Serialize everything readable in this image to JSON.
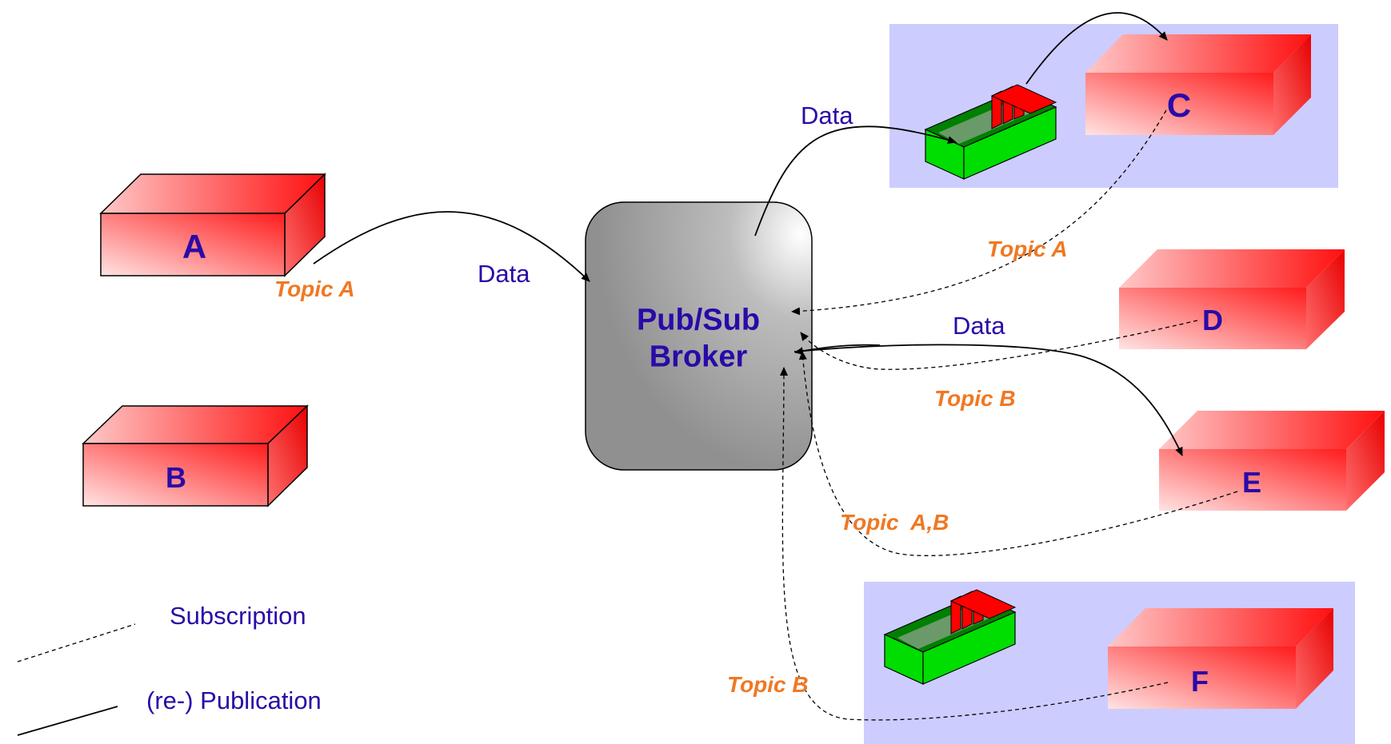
{
  "nodes": {
    "a": "A",
    "b": "B",
    "c": "C",
    "d": "D",
    "e": "E",
    "f": "F"
  },
  "broker": {
    "line1": "Pub/Sub",
    "line2": "Broker"
  },
  "data_labels": {
    "a_to_broker": "Data",
    "broker_to_c": "Data",
    "broker_to_e": "Data"
  },
  "topic_labels": {
    "a": "Topic A",
    "c": "Topic A",
    "d": "Topic B",
    "e": "Topic  A,B",
    "f": "Topic B"
  },
  "legend": {
    "subscription": "Subscription",
    "publication": "(re-) Publication"
  },
  "colors": {
    "node_red": "#ff1a1a",
    "node_light": "#ffd6d6",
    "group_bg": "#ccccff",
    "broker_fill": "#999999",
    "label_blue": "#2a0aa8",
    "topic_orange": "#f07822",
    "queue_green": "#00cc00",
    "queue_dark_green": "#008000"
  }
}
